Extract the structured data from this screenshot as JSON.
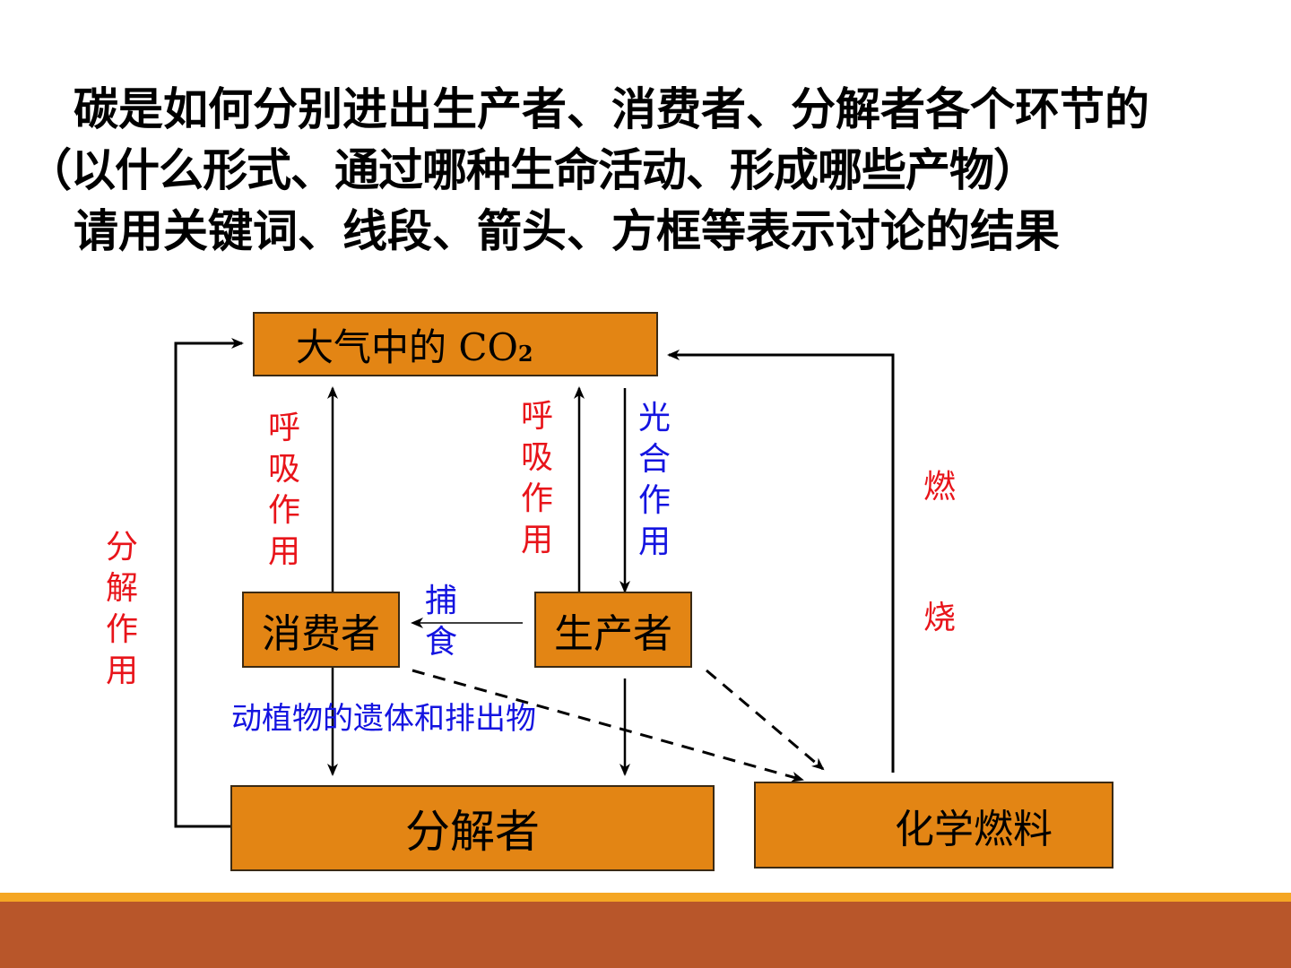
{
  "title": {
    "line1": "碳是如何分别进出生产者、消费者、分解者各个环节的",
    "line2": "（以什么形式、通过哪种生命活动、形成哪些产物）",
    "line3": "请用关键词、线段、箭头、方框等表示讨论的结果"
  },
  "boxes": {
    "atmosphere": {
      "text": "大气中的 CO",
      "sub": "2"
    },
    "consumer": "消费者",
    "producer": "生产者",
    "decomposer": "分解者",
    "fuel": "化学燃料"
  },
  "labels": {
    "respiration_consumer": "呼吸作用",
    "respiration_producer": "呼吸作用",
    "photosynthesis": "光合作用",
    "decomposition": "分解作用",
    "predation": "捕食",
    "combustion_1": "燃",
    "combustion_2": "烧",
    "remains": "动植物的遗体和排出物"
  },
  "colors": {
    "box_fill": "#e38514",
    "process_red": "#e8141a",
    "process_blue": "#1414e0",
    "footer_band": "#b8562a",
    "footer_line": "#f5a623"
  }
}
